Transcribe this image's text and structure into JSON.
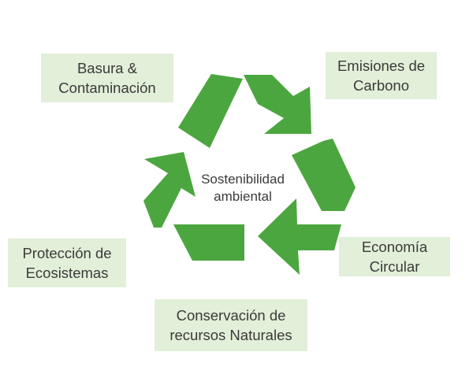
{
  "colors": {
    "arrow_green": "#4ca63f",
    "box_fill": "#e2efd9",
    "text": "#3a3a3a"
  },
  "center": {
    "line1": "Sostenibilidad",
    "line2": "ambiental"
  },
  "labels": {
    "basura": {
      "line1": "Basura &",
      "line2": "Contaminación"
    },
    "emisiones": {
      "line1": "Emisiones de",
      "line2": "Carbono"
    },
    "economia": {
      "line1": "Economía",
      "line2": "Circular"
    },
    "proteccion": {
      "line1": "Protección de",
      "line2": "Ecosistemas"
    },
    "conservacion": {
      "line1": "Conservación de",
      "line2": "recursos Naturales"
    }
  }
}
